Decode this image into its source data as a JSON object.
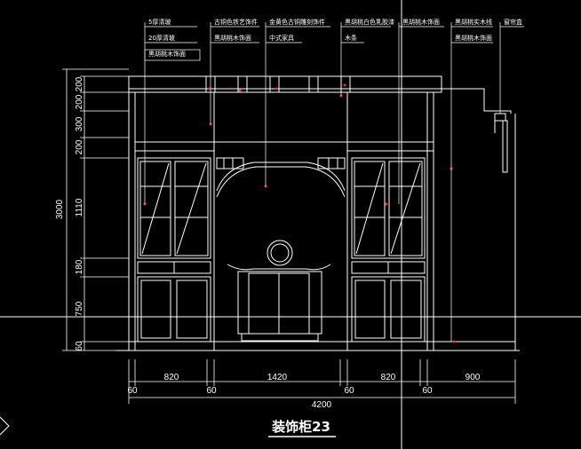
{
  "drawing": {
    "title": "装饰柜23",
    "colors": {
      "background": "#000000",
      "lines": "#ffffff",
      "accent": "#ff2a2a"
    },
    "annotations": [
      {
        "text": "5厚清玻"
      },
      {
        "text": "20厚清玻"
      },
      {
        "text": "黑胡桃木饰面"
      },
      {
        "text": "古铜色铁艺饰件"
      },
      {
        "text": "黑胡桃木饰面"
      },
      {
        "text": "金黄色古铜雕刻饰件"
      },
      {
        "text": "中式家具"
      },
      {
        "text": "黑胡桃白色乳胶漆"
      },
      {
        "text": "木条"
      },
      {
        "text": "黑胡桃木饰面"
      },
      {
        "text": "黑胡桃实木线"
      },
      {
        "text": "黑胡桃木饰面"
      },
      {
        "text": "窗帘盒"
      }
    ],
    "left_dimensions": {
      "total": "3000",
      "segments": [
        "200",
        "200",
        "300",
        "200",
        "1110",
        "180",
        "750",
        "60"
      ]
    },
    "bottom_dimensions": {
      "segments": [
        "820",
        "1420",
        "820",
        "900"
      ],
      "gaps": [
        "60",
        "60",
        "60",
        "60"
      ],
      "total": "4200"
    }
  }
}
